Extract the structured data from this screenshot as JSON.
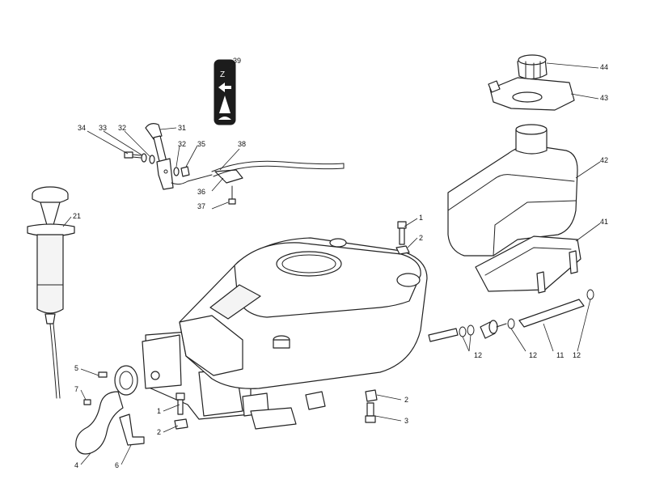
{
  "diagram": {
    "callouts": [
      {
        "id": "c1",
        "label": "1"
      },
      {
        "id": "c2",
        "label": "2"
      },
      {
        "id": "c1b",
        "label": "1"
      },
      {
        "id": "c2b",
        "label": "2"
      },
      {
        "id": "c2c",
        "label": "2"
      },
      {
        "id": "c3",
        "label": "3"
      },
      {
        "id": "c4",
        "label": "4"
      },
      {
        "id": "c5",
        "label": "5"
      },
      {
        "id": "c6",
        "label": "6"
      },
      {
        "id": "c7",
        "label": "7"
      },
      {
        "id": "c11",
        "label": "11"
      },
      {
        "id": "c12a",
        "label": "12"
      },
      {
        "id": "c12b",
        "label": "12"
      },
      {
        "id": "c12c",
        "label": "12"
      },
      {
        "id": "c21",
        "label": "21"
      },
      {
        "id": "c31",
        "label": "31"
      },
      {
        "id": "c32a",
        "label": "32"
      },
      {
        "id": "c32b",
        "label": "32"
      },
      {
        "id": "c33",
        "label": "33"
      },
      {
        "id": "c34",
        "label": "34"
      },
      {
        "id": "c35",
        "label": "35"
      },
      {
        "id": "c36",
        "label": "36"
      },
      {
        "id": "c37",
        "label": "37"
      },
      {
        "id": "c38",
        "label": "38"
      },
      {
        "id": "c39",
        "label": "39"
      },
      {
        "id": "c41",
        "label": "41"
      },
      {
        "id": "c42",
        "label": "42"
      },
      {
        "id": "c43",
        "label": "43"
      },
      {
        "id": "c44",
        "label": "44"
      }
    ]
  }
}
